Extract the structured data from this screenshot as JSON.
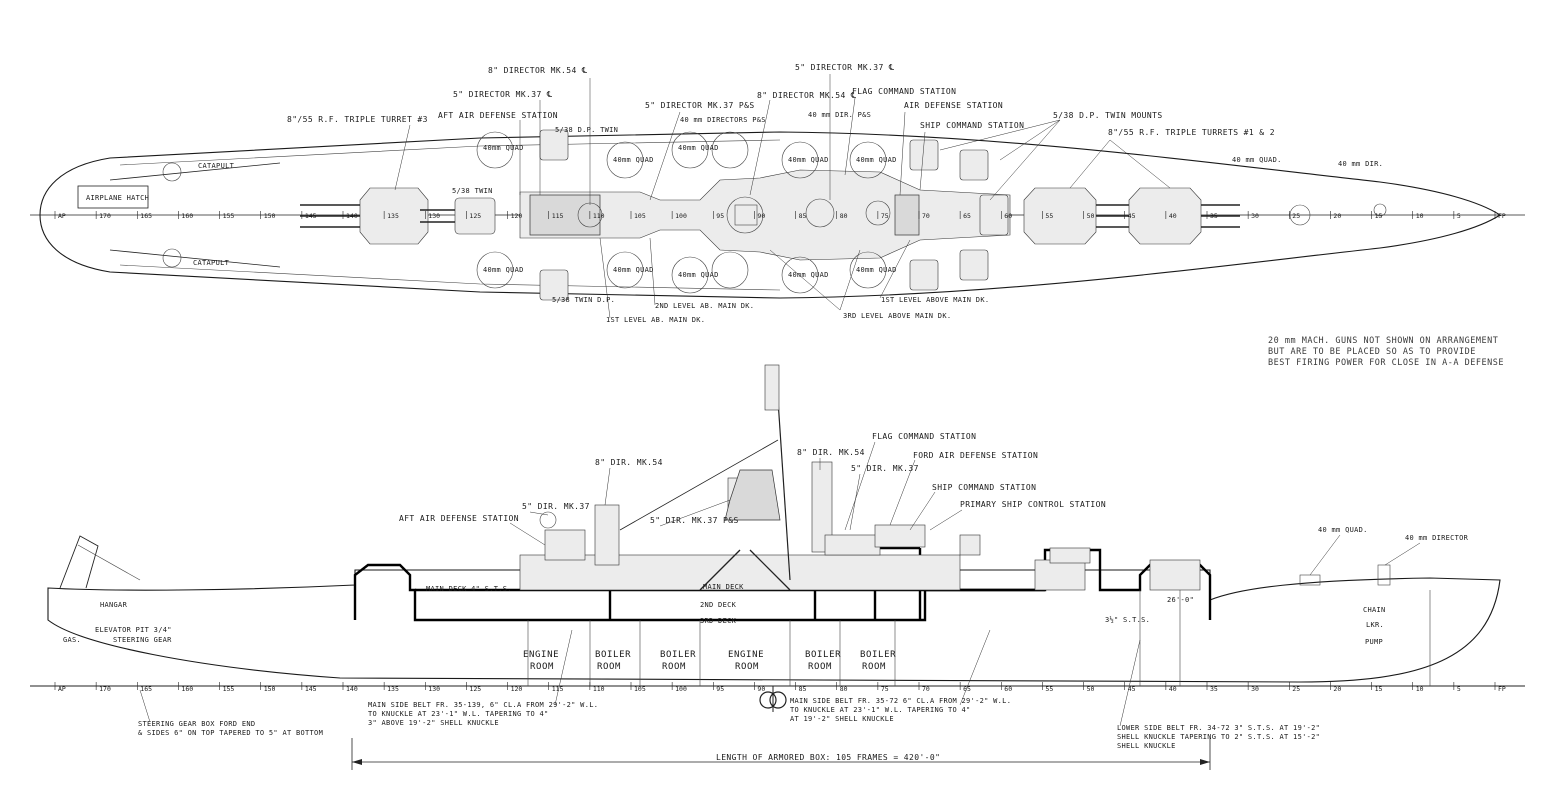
{
  "plan": {
    "labels": {
      "dir54_fwd": "8\" DIRECTOR MK.54 ℄",
      "dir37_top": "5\" DIRECTOR MK.37 ℄",
      "dir37_aft": "5\" DIRECTOR MK.37 ℄",
      "dir37_ps": "5\" DIRECTOR MK.37 P&S",
      "dir54_mid": "8\" DIRECTOR MK.54 ℄",
      "flag": "FLAG COMMAND STATION",
      "air_def": "AIR DEFENSE STATION",
      "ship_cmd": "SHIP COMMAND STATION",
      "forty_dir_ps": "40 mm DIR. P&S",
      "forty_dirs_ps": "40 mm DIRECTORS P&S",
      "aft_turret": "8\"/55 R.F. TRIPLE TURRET #3",
      "aft_air": "AFT AIR DEFENSE STATION",
      "twin_538": "5/38 D.P. TWIN",
      "twin_mounts": "5/38 D.P. TWIN MOUNTS",
      "fwd_turrets": "8\"/55 R.F. TRIPLE TURRETS #1 & 2",
      "forty_quad": "40 mm QUAD.",
      "forty_dir": "40 mm DIR.",
      "catapult_1": "CATAPULT",
      "catapult_2": "CATAPULT",
      "airplane_hatch": "AIRPLANE HATCH",
      "twin_538_s": "5/38 TWIN",
      "twin_538_p": "5/38 TWIN D.P.",
      "second_level": "2ND LEVEL AB. MAIN DK.",
      "first_level": "1ST LEVEL AB. MAIN DK.",
      "third_level": "3RD LEVEL ABOVE MAIN DK.",
      "first_level_above": "1ST LEVEL ABOVE MAIN DK.",
      "quad_tag": "40mm QUAD"
    },
    "frames": [
      "AP",
      "170",
      "165",
      "160",
      "155",
      "150",
      "145",
      "140",
      "135",
      "130",
      "125",
      "120",
      "115",
      "110",
      "105",
      "100",
      "95",
      "90",
      "85",
      "80",
      "75",
      "70",
      "65",
      "60",
      "55",
      "50",
      "45",
      "40",
      "35",
      "30",
      "25",
      "20",
      "15",
      "10",
      "5",
      "FP"
    ]
  },
  "note": {
    "line1": "20 mm MACH. GUNS NOT SHOWN ON ARRANGEMENT",
    "line2": "BUT ARE TO BE PLACED SO AS TO PROVIDE",
    "line3": "BEST FIRING POWER FOR CLOSE IN A-A DEFENSE"
  },
  "profile": {
    "labels": {
      "flag": "FLAG COMMAND STATION",
      "dir54": "8\" DIR. MK.54",
      "fwd_air": "FORD AIR DEFENSE STATION",
      "dir37": "5\" DIR. MK.37",
      "ship_cmd": "SHIP COMMAND STATION",
      "primary": "PRIMARY SHIP CONTROL STATION",
      "aft_air": "AFT AIR DEFENSE STATION",
      "dir37_aft": "5\" DIR. MK.37",
      "dir54_aft": "8\" DIR. MK.54",
      "dir37_ps": "5\" DIR. MK.37 P&S",
      "forty_quad": "40 mm QUAD.",
      "forty_dir": "40 mm DIRECTOR",
      "hangar": "HANGAR",
      "elevator": "ELEVATOR PIT 3/4\"",
      "steering": "STEERING GEAR",
      "gas": "GAS.",
      "main_deck": "MAIN DECK",
      "main_deck_aft": "MAIN DECK 4\" S.T.S.",
      "second_deck": "2ND DECK",
      "third_deck": "3RD DECK",
      "engine_1a": "ENGINE",
      "engine_1b": "ROOM",
      "boiler_1a": "BOILER",
      "boiler_1b": "ROOM",
      "boiler_2a": "BOILER",
      "boiler_2b": "ROOM",
      "engine_2a": "ENGINE",
      "engine_2b": "ROOM",
      "boiler_3a": "BOILER",
      "boiler_3b": "ROOM",
      "boiler_4a": "BOILER",
      "boiler_4b": "ROOM",
      "chain": "CHAIN",
      "lkr": "LKR.",
      "pump": "PUMP",
      "sts": "3½\" S.T.S.",
      "dim": "26'-0\""
    },
    "frames": [
      "AP",
      "170",
      "165",
      "160",
      "155",
      "150",
      "145",
      "140",
      "135",
      "130",
      "125",
      "120",
      "115",
      "110",
      "105",
      "100",
      "95",
      "90",
      "85",
      "80",
      "75",
      "70",
      "65",
      "60",
      "55",
      "50",
      "45",
      "40",
      "35",
      "30",
      "25",
      "20",
      "15",
      "10",
      "5",
      "FP"
    ]
  },
  "annotations": {
    "steer_1": "STEERING GEAR BOX FORD END",
    "steer_2": "& SIDES 6\" ON TOP TAPERED TO 5\" AT BOTTOM",
    "belt_a1": "MAIN SIDE BELT FR. 35-139, 6\" CL.A FROM 29'-2\" W.L.",
    "belt_a2": "TO KNUCKLE AT 23'-1\" W.L. TAPERING TO 4\"",
    "belt_a3": "3\" ABOVE 19'-2\" SHELL KNUCKLE",
    "belt_b1": "MAIN SIDE BELT FR. 35-72 6\" CL.A FROM 29'-2\" W.L.",
    "belt_b2": "TO KNUCKLE AT 23'-1\" W.L. TAPERING TO 4\"",
    "belt_b3": "AT 19'-2\" SHELL KNUCKLE",
    "belt_c1": "LOWER SIDE BELT FR. 34-72 3\" S.T.S. AT 19'-2\"",
    "belt_c2": "SHELL KNUCKLE TAPERING TO 2\" S.T.S. AT 15'-2\"",
    "belt_c3": "SHELL KNUCKLE",
    "length": "LENGTH OF ARMORED BOX: 105 FRAMES = 420'-0\""
  }
}
